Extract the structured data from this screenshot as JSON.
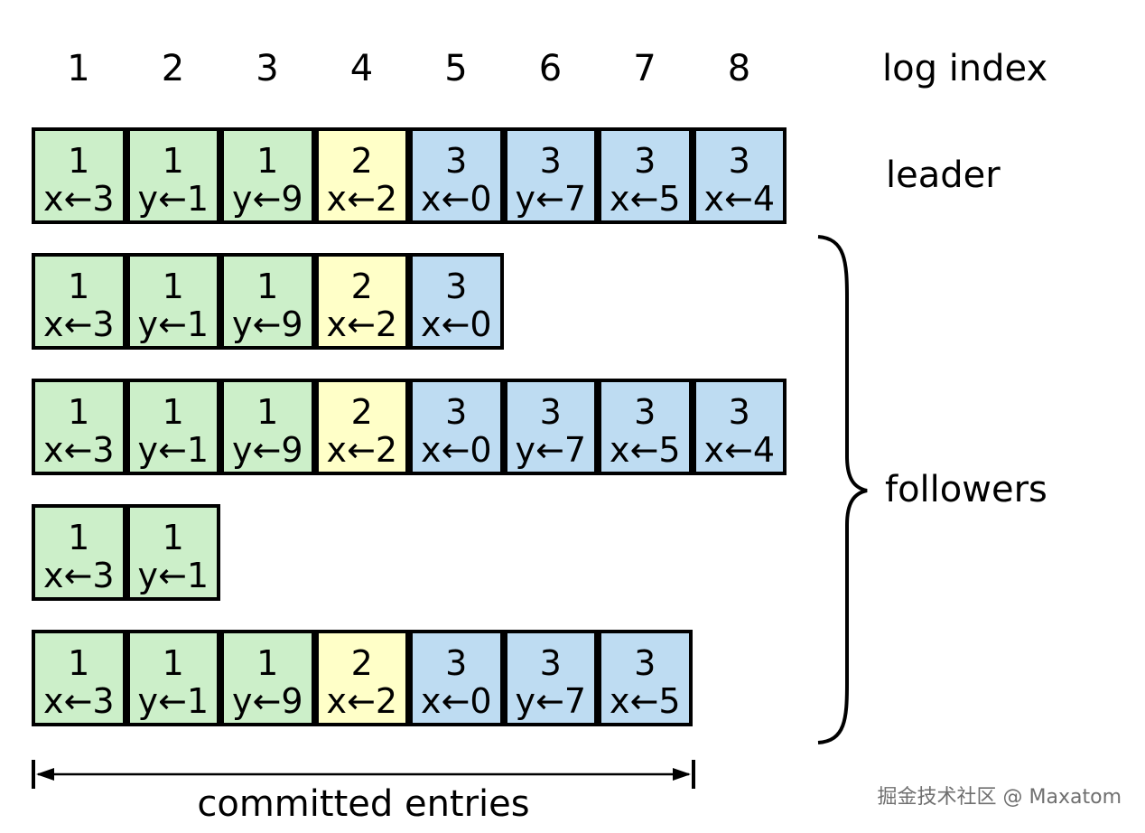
{
  "log_index": {
    "label": "log index",
    "indices": [
      "1",
      "2",
      "3",
      "4",
      "5",
      "6",
      "7",
      "8"
    ]
  },
  "term_colors": {
    "1": "#ccefc9",
    "2": "#ffffc8",
    "3": "#bedcf2"
  },
  "rows": [
    {
      "role": "leader",
      "entries": [
        {
          "term": "1",
          "cmd": "x←3"
        },
        {
          "term": "1",
          "cmd": "y←1"
        },
        {
          "term": "1",
          "cmd": "y←9"
        },
        {
          "term": "2",
          "cmd": "x←2"
        },
        {
          "term": "3",
          "cmd": "x←0"
        },
        {
          "term": "3",
          "cmd": "y←7"
        },
        {
          "term": "3",
          "cmd": "x←5"
        },
        {
          "term": "3",
          "cmd": "x←4"
        }
      ]
    },
    {
      "role": "follower",
      "entries": [
        {
          "term": "1",
          "cmd": "x←3"
        },
        {
          "term": "1",
          "cmd": "y←1"
        },
        {
          "term": "1",
          "cmd": "y←9"
        },
        {
          "term": "2",
          "cmd": "x←2"
        },
        {
          "term": "3",
          "cmd": "x←0"
        }
      ]
    },
    {
      "role": "follower",
      "entries": [
        {
          "term": "1",
          "cmd": "x←3"
        },
        {
          "term": "1",
          "cmd": "y←1"
        },
        {
          "term": "1",
          "cmd": "y←9"
        },
        {
          "term": "2",
          "cmd": "x←2"
        },
        {
          "term": "3",
          "cmd": "x←0"
        },
        {
          "term": "3",
          "cmd": "y←7"
        },
        {
          "term": "3",
          "cmd": "x←5"
        },
        {
          "term": "3",
          "cmd": "x←4"
        }
      ]
    },
    {
      "role": "follower",
      "entries": [
        {
          "term": "1",
          "cmd": "x←3"
        },
        {
          "term": "1",
          "cmd": "y←1"
        }
      ]
    },
    {
      "role": "follower",
      "entries": [
        {
          "term": "1",
          "cmd": "x←3"
        },
        {
          "term": "1",
          "cmd": "y←1"
        },
        {
          "term": "1",
          "cmd": "y←9"
        },
        {
          "term": "2",
          "cmd": "x←2"
        },
        {
          "term": "3",
          "cmd": "x←0"
        },
        {
          "term": "3",
          "cmd": "y←7"
        },
        {
          "term": "3",
          "cmd": "x←5"
        }
      ]
    }
  ],
  "labels": {
    "leader": "leader",
    "followers": "followers",
    "committed_entries": "committed entries"
  },
  "committed": {
    "through_index": 7
  },
  "watermark": "掘金技术社区 @ Maxatom"
}
